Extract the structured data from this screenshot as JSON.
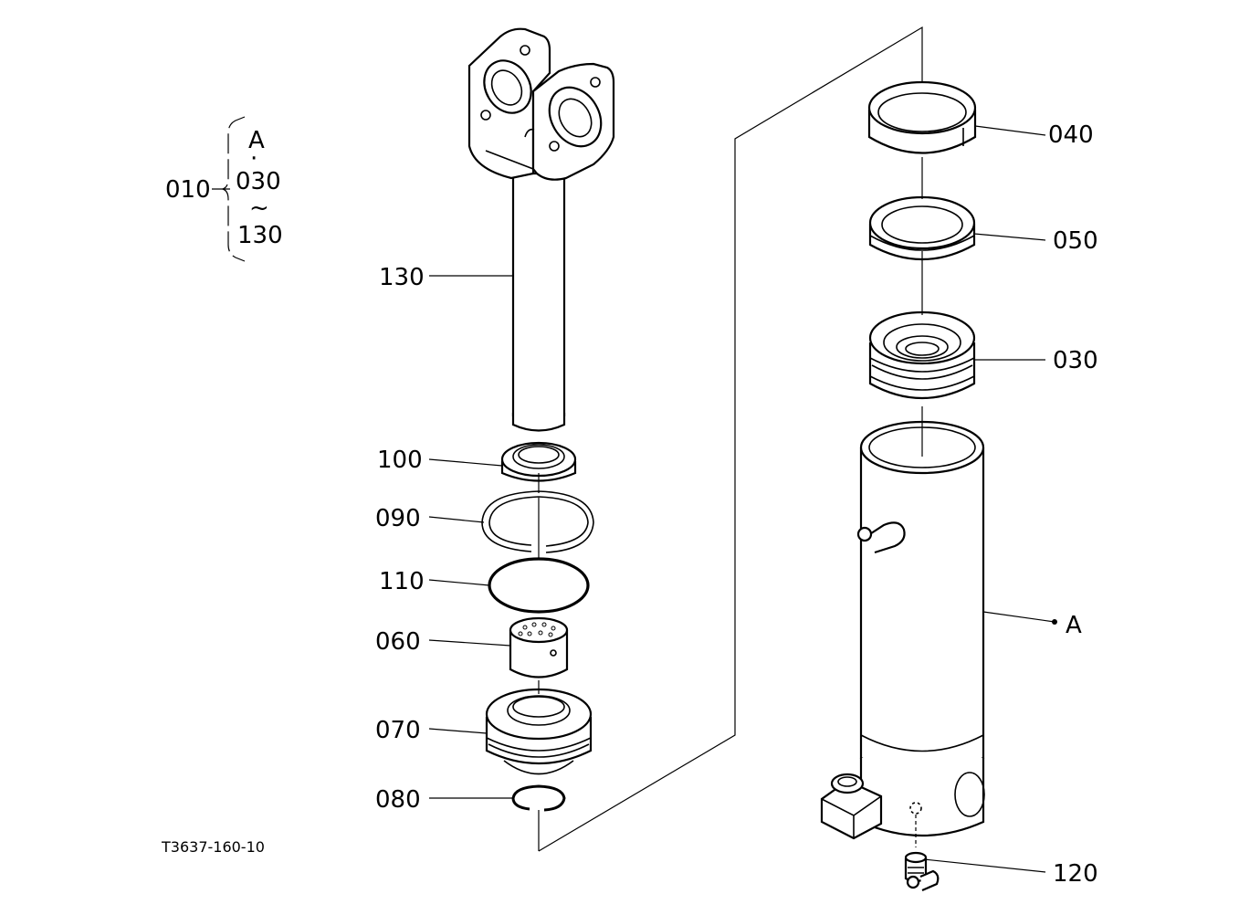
{
  "drawing": {
    "ref_code": "T3637-160-10",
    "assembly": {
      "number": "010",
      "items": [
        "A",
        "·",
        "030",
        "~",
        "130"
      ]
    },
    "callouts": {
      "p130": "130",
      "p100": "100",
      "p090": "090",
      "p110": "110",
      "p060": "060",
      "p070": "070",
      "p080": "080",
      "p040": "040",
      "p050": "050",
      "p030": "030",
      "pA": "A",
      "p120": "120"
    }
  }
}
